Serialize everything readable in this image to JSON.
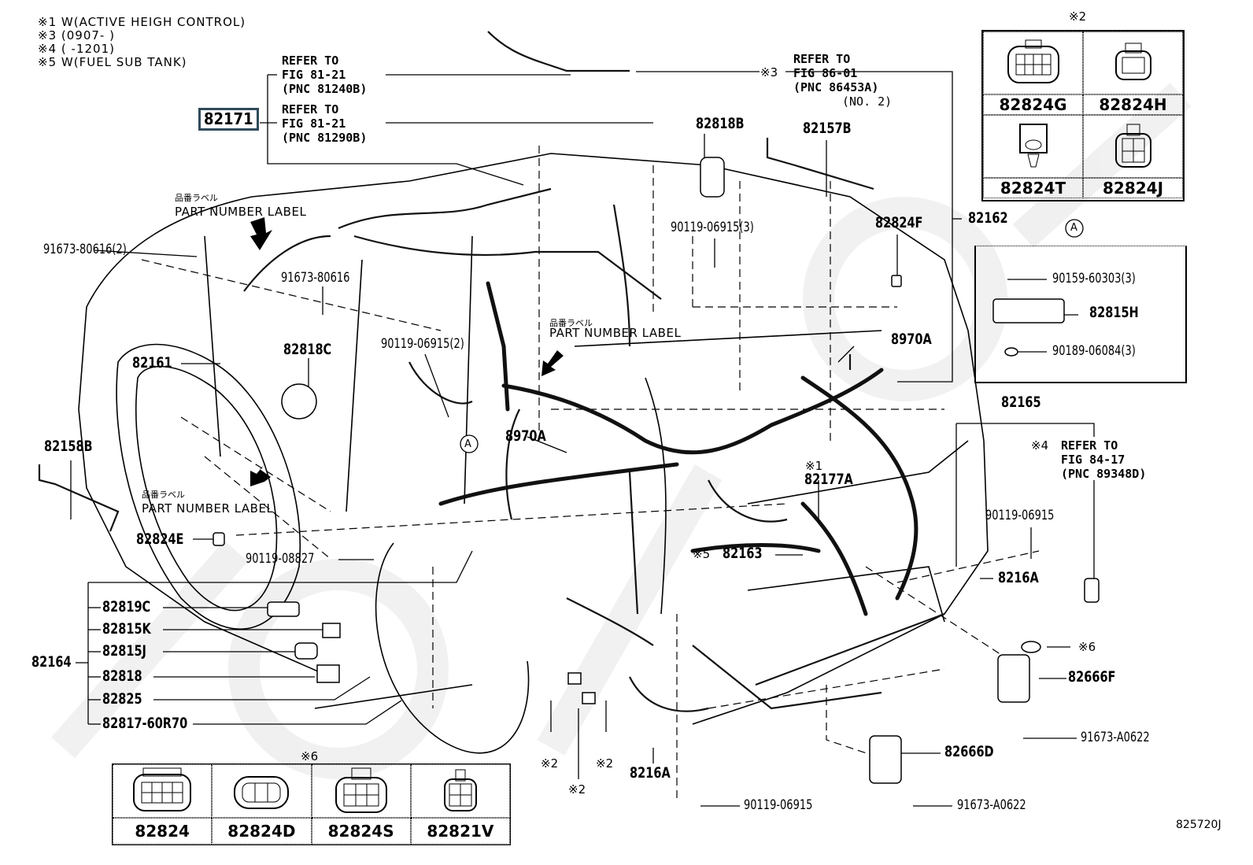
{
  "notes": [
    {
      "mark": "※1",
      "text": "W(ACTIVE HEIGH CONTROL)"
    },
    {
      "mark": "※3",
      "text": "(0907-     )"
    },
    {
      "mark": "※4",
      "text": "(     -1201)"
    },
    {
      "mark": "※5",
      "text": "W(FUEL SUB TANK)"
    }
  ],
  "highlighted_part": "82171",
  "references": {
    "ref_81240B": [
      "REFER TO",
      "FIG 81-21",
      "(PNC 81240B)"
    ],
    "ref_81290B": [
      "REFER TO",
      "FIG 81-21",
      "(PNC 81290B)"
    ],
    "ref_86453A": [
      "REFER TO",
      "FIG 86-01",
      "(PNC 86453A)",
      "(NO. 2)"
    ],
    "ref_89348D": [
      "REFER TO",
      "FIG 84-17",
      "(PNC 89348D)"
    ]
  },
  "part_number_label": {
    "jp": "品番ラベル",
    "en": "PART NUMBER LABEL"
  },
  "marks": {
    "m1": "※1",
    "m2": "※2",
    "m3": "※3",
    "m4": "※4",
    "m5": "※5",
    "m6": "※6"
  },
  "callouts": {
    "p82818B": "82818B",
    "p82157B": "82157B",
    "p82162": "82162",
    "p82824F": "82824F",
    "p90119_06915_3": "90119-06915(3)",
    "p91673_80616_2": "91673-80616(2)",
    "p91673_80616": "91673-80616",
    "p82818C": "82818C",
    "p90119_06915_2": "90119-06915(2)",
    "p82161": "82161",
    "p8970A_center": "8970A",
    "p8970A_right": "8970A",
    "p82158B": "82158B",
    "p82824E": "82824E",
    "p90119_08827": "90119-08827",
    "p82177A": "82177A",
    "p82163": "82163",
    "p82165": "82165",
    "p90119_06915_r": "90119-06915",
    "p8216A_r": "8216A",
    "p82666F": "82666F",
    "p91673_A0622_a": "91673-A0622",
    "p82666D": "82666D",
    "p91673_A0622_b": "91673-A0622",
    "p90119_06915_b": "90119-06915",
    "p8216A_b": "8216A",
    "p82164": "82164"
  },
  "group_82164": [
    "82819C",
    "82815K",
    "82815J",
    "82818",
    "82825",
    "82817-60R70"
  ],
  "detail_A": {
    "marker": "A",
    "items": [
      "90159-60303(3)",
      "82815H",
      "90189-06084(3)"
    ]
  },
  "table_m2": {
    "mark": "※2",
    "items": [
      "82824G",
      "82824H",
      "82824T",
      "82824J"
    ]
  },
  "table_m6": {
    "mark": "※6",
    "items": [
      "82824",
      "82824D",
      "82824S",
      "82821V"
    ]
  },
  "circle_A": "A",
  "figure_id": "825720J"
}
